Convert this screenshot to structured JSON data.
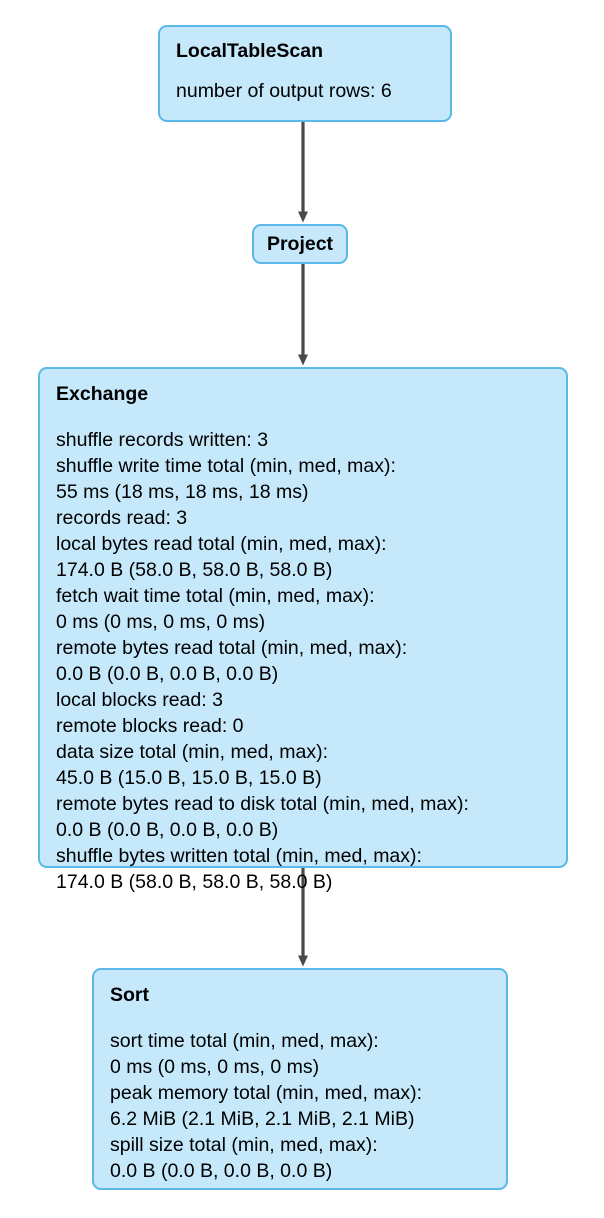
{
  "diagram": {
    "title": "Spark SQL physical plan DAG",
    "background_color": "#ffffff",
    "node_fill_color": "#c5e8fa",
    "node_border_color": "#5bb8e8",
    "edge_color": "#4a4a4a",
    "text_color": "#000000"
  },
  "nodes": [
    {
      "id": "localtablescan",
      "title": "LocalTableScan",
      "metrics": "number of output rows: 6"
    },
    {
      "id": "project",
      "title": "Project",
      "metrics": ""
    },
    {
      "id": "exchange",
      "title": "Exchange",
      "metrics": "shuffle records written: 3\nshuffle write time total (min, med, max):\n55 ms (18 ms, 18 ms, 18 ms)\nrecords read: 3\nlocal bytes read total (min, med, max):\n174.0 B (58.0 B, 58.0 B, 58.0 B)\nfetch wait time total (min, med, max):\n0 ms (0 ms, 0 ms, 0 ms)\nremote bytes read total (min, med, max):\n0.0 B (0.0 B, 0.0 B, 0.0 B)\nlocal blocks read: 3\nremote blocks read: 0\ndata size total (min, med, max):\n45.0 B (15.0 B, 15.0 B, 15.0 B)\nremote bytes read to disk total (min, med, max):\n0.0 B (0.0 B, 0.0 B, 0.0 B)\nshuffle bytes written total (min, med, max):\n174.0 B (58.0 B, 58.0 B, 58.0 B)"
    },
    {
      "id": "sort",
      "title": "Sort",
      "metrics": "sort time total (min, med, max):\n0 ms (0 ms, 0 ms, 0 ms)\npeak memory total (min, med, max):\n6.2 MiB (2.1 MiB, 2.1 MiB, 2.1 MiB)\nspill size total (min, med, max):\n0.0 B (0.0 B, 0.0 B, 0.0 B)"
    }
  ],
  "edges": [
    {
      "id": "edge-localtablescan-project",
      "from": "localtablescan",
      "to": "project"
    },
    {
      "id": "edge-project-exchange",
      "from": "project",
      "to": "exchange"
    },
    {
      "id": "edge-exchange-sort",
      "from": "exchange",
      "to": "sort"
    }
  ]
}
